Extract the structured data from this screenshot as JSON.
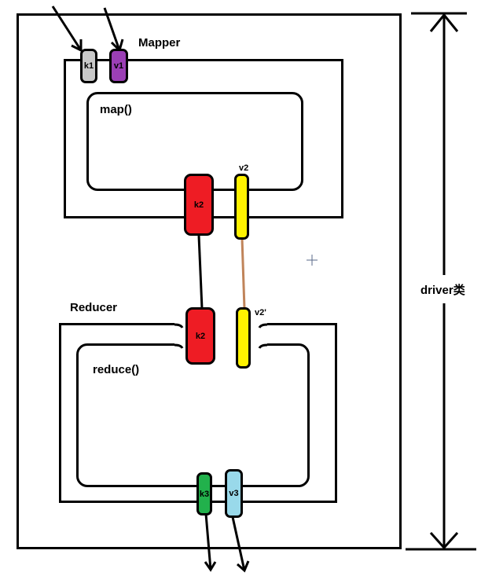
{
  "colors": {
    "k1": "#c8c8c8",
    "v1": "#9b3fb5",
    "k2": "#ee1c24",
    "v2": "#fff200",
    "k3": "#22b14c",
    "v3": "#99d9ea",
    "v2_link": "#c0845a"
  },
  "mapper": {
    "title": "Mapper",
    "method": "map()",
    "k1_label": "k1",
    "v1_label": "v1",
    "k2_label": "k2",
    "v2_label": "v2"
  },
  "reducer": {
    "title": "Reducer",
    "method": "reduce()",
    "k2_label": "k2",
    "v2_label": "v2'",
    "k3_label": "k3",
    "v3_label": "v3"
  },
  "driver": {
    "label": "driver类"
  }
}
